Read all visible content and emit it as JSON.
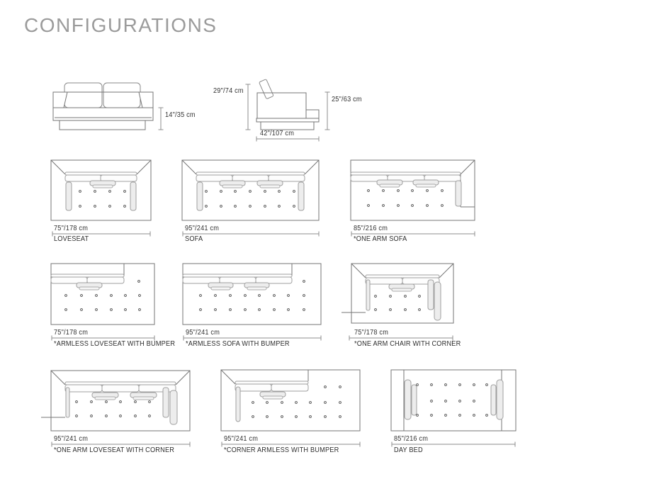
{
  "page": {
    "title": "CONFIGURATIONS"
  },
  "front_view": {
    "seat_height_label": "14\"/35 cm"
  },
  "side_view": {
    "back_height_label": "29\"/74 cm",
    "arm_height_label": "25\"/63 cm",
    "depth_label": "42\"/107 cm"
  },
  "configurations": [
    {
      "id": "loveseat",
      "dimension": "75\"/178 cm",
      "label": "LOVESEAT"
    },
    {
      "id": "sofa",
      "dimension": "95\"/241 cm",
      "label": "SOFA"
    },
    {
      "id": "one-arm-sofa",
      "dimension": "85\"/216 cm",
      "label": "*ONE ARM SOFA"
    },
    {
      "id": "armless-loveseat-with-bumper",
      "dimension": "75\"/178 cm",
      "label": "*ARMLESS LOVESEAT WITH BUMPER"
    },
    {
      "id": "armless-sofa-with-bumper",
      "dimension": "95\"/241 cm",
      "label": "*ARMLESS SOFA WITH BUMPER"
    },
    {
      "id": "one-arm-chair-with-corner",
      "dimension": "75\"/178 cm",
      "label": "*ONE ARM CHAIR WITH CORNER"
    },
    {
      "id": "one-arm-loveseat-with-corner",
      "dimension": "95\"/241 cm",
      "label": "*ONE ARM LOVESEAT WITH CORNER"
    },
    {
      "id": "corner-armless-with-bumper",
      "dimension": "95\"/241 cm",
      "label": "*CORNER ARMLESS WITH BUMPER"
    },
    {
      "id": "day-bed",
      "dimension": "85\"/216 cm",
      "label": "DAY BED"
    }
  ],
  "colors": {
    "background": "#ffffff",
    "title_text": "#9b9b9b",
    "label_text": "#2e2e2e",
    "outline": "#757575",
    "light_line": "#a0a0a0",
    "pad_fill": "#ededed",
    "dimension_line": "#8c8c8c"
  }
}
